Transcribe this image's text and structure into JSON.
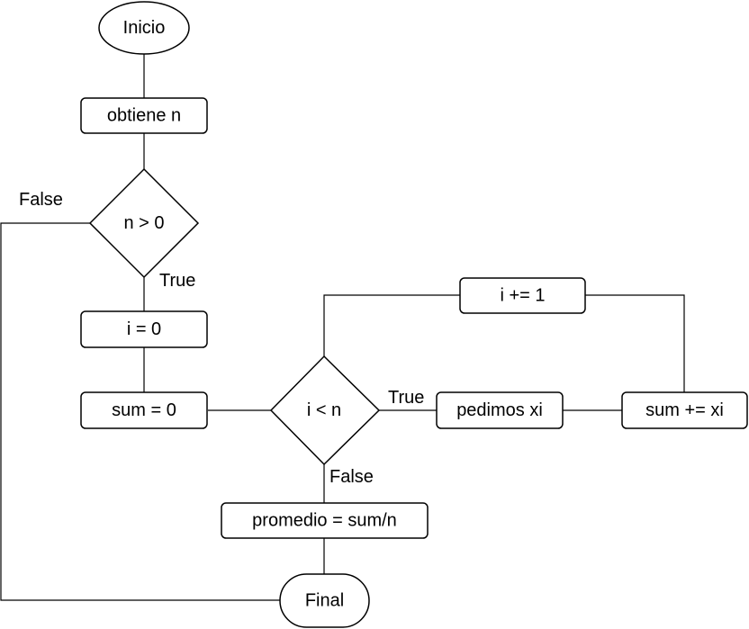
{
  "nodes": {
    "inicio": "Inicio",
    "obtiene": "obtiene n",
    "cond_n": "n > 0",
    "i_zero": "i = 0",
    "sum_zero": "sum = 0",
    "cond_i": "i < n",
    "pedimos": "pedimos xi",
    "sum_add": "sum += xi",
    "i_inc": "i += 1",
    "promedio": "promedio = sum/n",
    "final": "Final"
  },
  "edge_labels": {
    "n_true": "True",
    "n_false": "False",
    "i_true": "True",
    "i_false": "False"
  }
}
